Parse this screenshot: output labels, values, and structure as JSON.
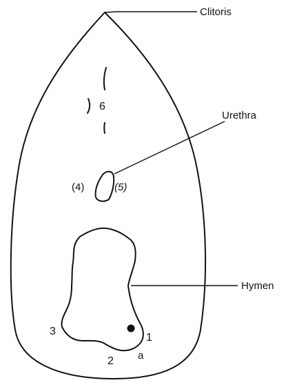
{
  "labels": {
    "clitoris": "Clitoris",
    "urethra": "Urethra",
    "hymen": "Hymen"
  },
  "markers": {
    "six": "6",
    "four": "(4)",
    "five": "(5)",
    "one": "1",
    "two": "2",
    "three": "3",
    "a": "a"
  }
}
